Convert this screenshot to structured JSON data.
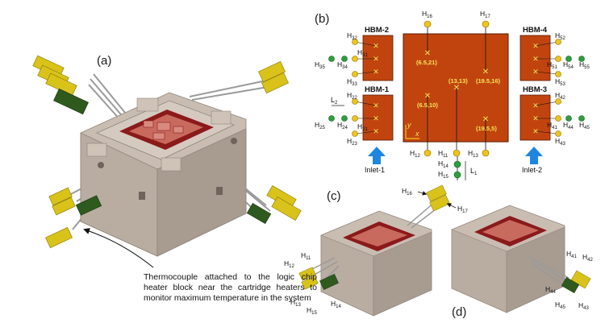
{
  "panels": {
    "a": "(a)",
    "b": "(b)",
    "c": "(c)",
    "d": "(d)"
  },
  "hbm_labels": [
    "HBM-2",
    "HBM-1",
    "HBM-4",
    "HBM-3"
  ],
  "inlets": [
    "Inlet-1",
    "Inlet-2"
  ],
  "coordinates": [
    "(6.5,21)",
    "(13,13)",
    "(19.5,16)",
    "(6.5,10)",
    "(19.5,5)"
  ],
  "axis": {
    "x": "x",
    "y": "y"
  },
  "dims": {
    "L1": "L",
    "L1_sub": "1",
    "L2": "L",
    "L2_sub": "2"
  },
  "sensors_b": {
    "H16": [
      "H",
      "16"
    ],
    "H17": [
      "H",
      "17"
    ],
    "H12": [
      "H",
      "12"
    ],
    "H11": [
      "H",
      "11"
    ],
    "H13": [
      "H",
      "13"
    ],
    "H14": [
      "H",
      "14"
    ],
    "H15": [
      "H",
      "15"
    ],
    "H32": [
      "H",
      "32"
    ],
    "H31": [
      "H",
      "31"
    ],
    "H33": [
      "H",
      "33"
    ],
    "H34": [
      "H",
      "34"
    ],
    "H35": [
      "H",
      "35"
    ],
    "H22": [
      "H",
      "22"
    ],
    "H21": [
      "H",
      "21"
    ],
    "H23": [
      "H",
      "23"
    ],
    "H24": [
      "H",
      "24"
    ],
    "H25": [
      "H",
      "25"
    ],
    "H52": [
      "H",
      "52"
    ],
    "H51": [
      "H",
      "51"
    ],
    "H53": [
      "H",
      "53"
    ],
    "H54": [
      "H",
      "54"
    ],
    "H55": [
      "H",
      "55"
    ],
    "H42": [
      "H",
      "42"
    ],
    "H41": [
      "H",
      "41"
    ],
    "H43": [
      "H",
      "43"
    ],
    "H44": [
      "H",
      "44"
    ],
    "H45": [
      "H",
      "45"
    ]
  },
  "sensors_c": {
    "H16": [
      "H",
      "16"
    ],
    "H17": [
      "H",
      "17"
    ],
    "H11": [
      "H",
      "11"
    ],
    "H12": [
      "H",
      "12"
    ],
    "H13": [
      "H",
      "13"
    ],
    "H14": [
      "H",
      "14"
    ],
    "H15": [
      "H",
      "15"
    ]
  },
  "sensors_d": {
    "H41": [
      "H",
      "41"
    ],
    "H42": [
      "H",
      "42"
    ],
    "H44": [
      "H",
      "44"
    ],
    "H45": [
      "H",
      "45"
    ],
    "H43": [
      "H",
      "43"
    ]
  },
  "note": "Thermocouple attached to the logic chip heater block near the cartridge heaters to monitor maximum temperature in the system",
  "colors": {
    "block": "#c9bdb2",
    "block_dark": "#a89c91",
    "chip_frame": "#8b1a1a",
    "chip_inner": "#c96a5e",
    "hbm": "#c1440e",
    "connector_yellow": "#d9c21a",
    "connector_green": "#2f5a1e",
    "sensor_yellow": "#f0c419",
    "sensor_green": "#2e9e3e",
    "inlet_blue": "#1f86e0"
  }
}
